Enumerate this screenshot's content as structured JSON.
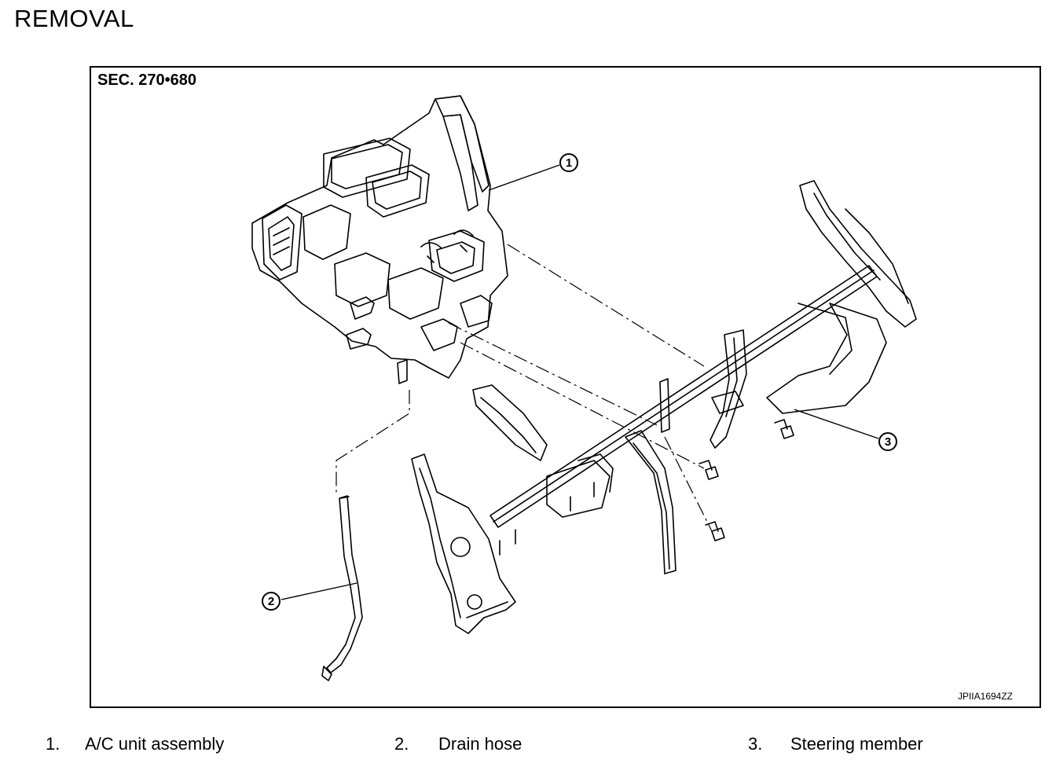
{
  "heading": "REMOVAL",
  "figure": {
    "section_label": "SEC. 270•680",
    "figure_id": "JPIIA1694ZZ",
    "callouts": [
      "1",
      "2",
      "3"
    ]
  },
  "legend": [
    {
      "number": "1.",
      "label": "A/C unit assembly"
    },
    {
      "number": "2.",
      "label": "Drain hose"
    },
    {
      "number": "3.",
      "label": "Steering member"
    }
  ]
}
